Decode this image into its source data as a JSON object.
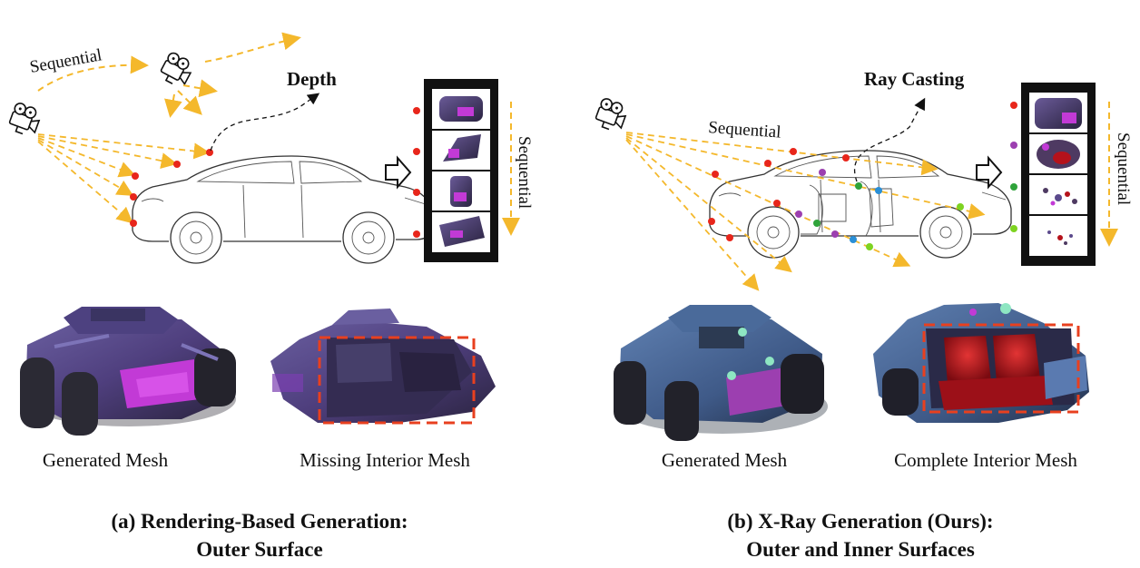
{
  "panel_a": {
    "sequential_top_label": "Sequential",
    "depth_label": "Depth",
    "film_label": "Sequential",
    "mesh_left_caption": "Generated Mesh",
    "mesh_right_caption": "Missing Interior Mesh",
    "title_line1": "(a) Rendering-Based Generation:",
    "title_line2": "Outer Surface"
  },
  "panel_b": {
    "sequential_label": "Sequential",
    "ray_casting_label": "Ray Casting",
    "film_label": "Sequential",
    "mesh_left_caption": "Generated Mesh",
    "mesh_right_caption": "Complete Interior Mesh",
    "title_line1": "(b) X-Ray Generation (Ours):",
    "title_line2": "Outer and Inner Surfaces"
  },
  "colors": {
    "ray": "#f4b82c",
    "red_point": "#e8261b",
    "highlight_box": "#e8401f",
    "mesh_purple": "#5b4a8c",
    "mesh_magenta": "#c23ad6",
    "mesh_blue": "#4a6a9a",
    "seat_red": "#b5121b",
    "layer_colors": [
      "#e8261b",
      "#9c3fb0",
      "#2fa33a",
      "#7ed321",
      "#2a8fd6"
    ]
  }
}
